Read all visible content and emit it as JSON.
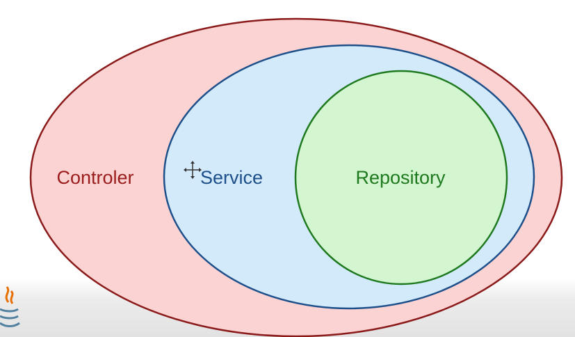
{
  "diagram": {
    "controller_label": "Controler",
    "service_label": "Service",
    "repository_label": "Repository",
    "colors": {
      "controller_fill": "#fbd3d3",
      "controller_stroke": "#8b1a1a",
      "controller_text": "#9b1c1c",
      "service_fill": "#d3eafb",
      "service_stroke": "#1d4f8a",
      "service_text": "#1d4f8a",
      "repository_fill": "#d3f5cf",
      "repository_stroke": "#1f7a1f",
      "repository_text": "#1f7a1f"
    }
  },
  "icons": {
    "cursor": "crosshair-move-cursor-icon",
    "logo": "java-logo-icon"
  }
}
